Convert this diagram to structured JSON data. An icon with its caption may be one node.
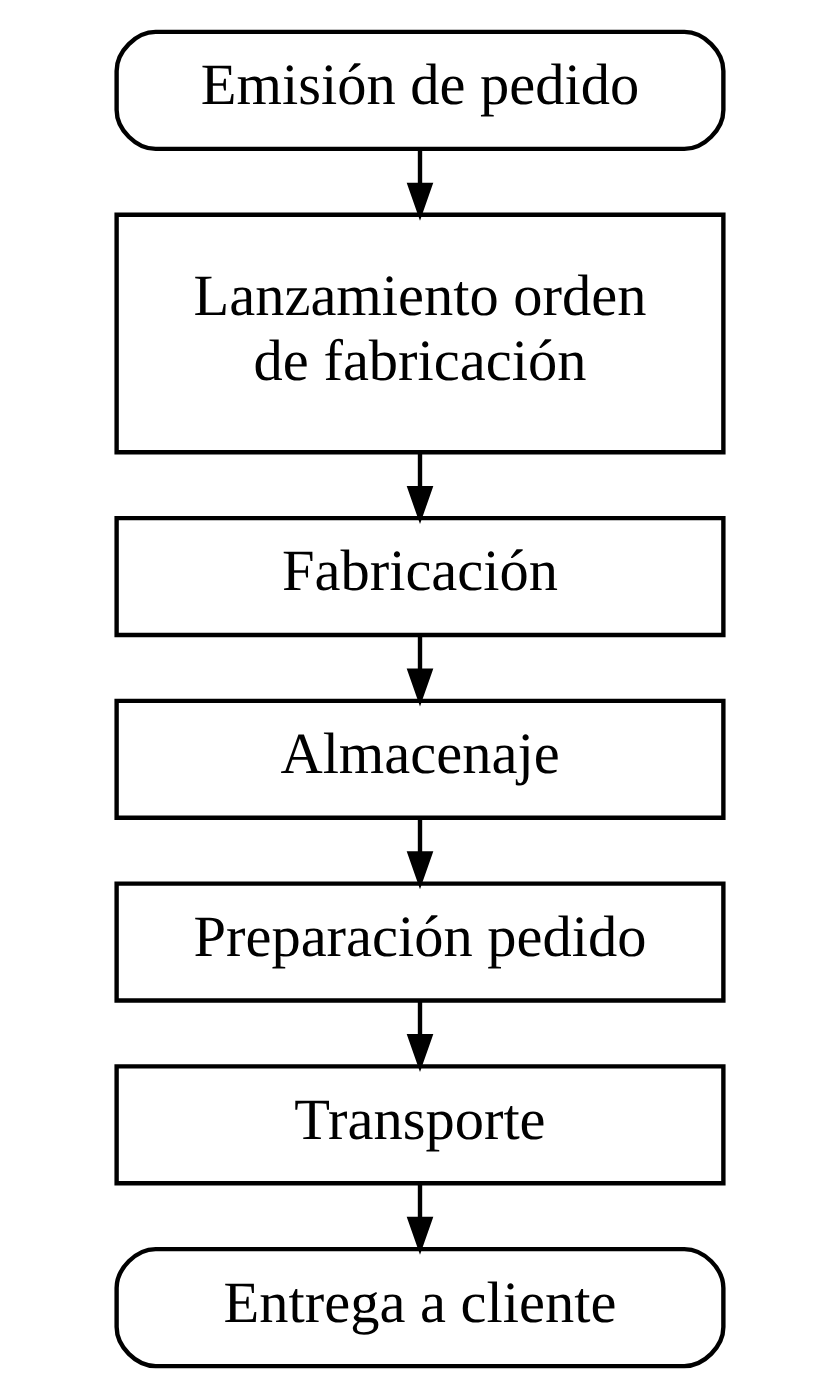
{
  "diagram": {
    "nodes": [
      {
        "text": [
          "Emisión de pedido"
        ]
      },
      {
        "text": [
          "Lanzamiento orden de fabricación"
        ]
      },
      {
        "text": [
          "Fabricación"
        ]
      },
      {
        "text": [
          "Almacenaje"
        ]
      },
      {
        "text": [
          "Preparación pedido"
        ]
      },
      {
        "text": [
          "Transporte"
        ]
      },
      {
        "text": [
          "Entrega a cliente"
        ]
      }
    ],
    "edges": [
      {
        "from": 0,
        "to": 1,
        "arrow": "to"
      },
      {
        "from": 1,
        "to": 2,
        "arrow": "to"
      },
      {
        "from": 2,
        "to": 3,
        "arrow": "to"
      },
      {
        "from": 3,
        "to": 4,
        "arrow": "to"
      },
      {
        "from": 4,
        "to": 5,
        "arrow": "to"
      },
      {
        "from": 5,
        "to": 6,
        "arrow": "to"
      }
    ]
  }
}
